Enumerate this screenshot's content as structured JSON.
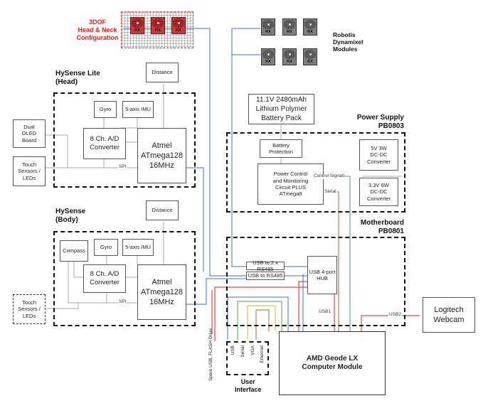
{
  "head_neck": {
    "title": "3DOF\nHead & Neck\nConfiguration",
    "servo_label": "RX"
  },
  "dynamixel": {
    "title": "Robotis\nDynamixel\nModules",
    "servo_label": "RX"
  },
  "hysense_lite": {
    "title": "HySense Lite\n(Head)",
    "distance": "Distance",
    "gyro": "Gyro",
    "imu": "5-axis IMU",
    "adc": "8 Ch. A/D\nConverter",
    "mcu": "Atmel\nATmega128\n16MHz",
    "spi": "SPI",
    "oled": "Dual\nOLED\nBoard",
    "touch": "Touch\nSensors /\nLEDs"
  },
  "hysense_body": {
    "title": "HySense\n(Body)",
    "distance": "Distance",
    "compass": "Compass",
    "gyro": "Gyro",
    "imu": "5-axis IMU",
    "adc": "8 Ch. A/D\nConverter",
    "mcu": "Atmel\nATmega128\n16MHz",
    "spi": "SPI",
    "touch": "Touch\nSensors /\nLEDs"
  },
  "battery": "11.1V 2480mAh\nLithium Polymer\nBattery Pack",
  "power_supply": {
    "title": "Power Supply\nPB0803",
    "protection": "Battery\nProtection",
    "control": "Power Control\nand Monitoring\nCircuit PLUS\nATmega8",
    "dc5": "5V 3W\nDC-DC\nConverter",
    "dc33": "3.3V 6W\nDC-DC\nConverter",
    "control_signals": "Control Signals",
    "serial": "Serial"
  },
  "motherboard": {
    "title": "Motherboard\nPB0801",
    "usb_rs485_2x": "USB to 2 x RS485",
    "usb_rs485": "USB to RS485",
    "hub": "USB 4-port\nHUB",
    "usb1": "USB1",
    "usb2": "USB2"
  },
  "computer_module": "AMD Geode LX\nComputer Module",
  "webcam": "Logitech\nWebcam",
  "user_interface": {
    "title": "User\nInterface",
    "usb": "USB",
    "serial": "Serial",
    "vga": "VGA",
    "ethernet": "Ethernet"
  },
  "spare_usb": "Spare USB, FLASH Drive",
  "colors": {
    "blue": "#3a6fd8",
    "gray": "#a8a8a8",
    "red": "#d8201c",
    "green": "#4aa35a",
    "yellow": "#e0b21a",
    "brown": "#b0603a"
  }
}
